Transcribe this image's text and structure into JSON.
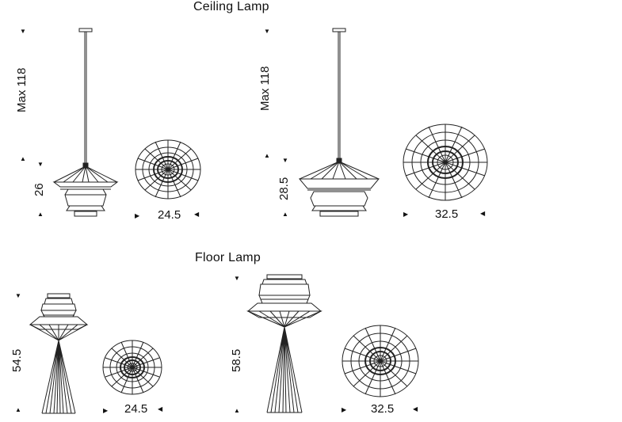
{
  "sections": {
    "ceiling_title": "Ceiling Lamp",
    "floor_title": "Floor Lamp"
  },
  "ceiling": {
    "small": {
      "height_label": "Max 118",
      "shade_height": "26",
      "width": "24.5"
    },
    "large": {
      "height_label": "Max 118",
      "shade_height": "28.5",
      "width": "32.5"
    }
  },
  "floor": {
    "small": {
      "height": "54.5",
      "width": "24.5"
    },
    "large": {
      "height": "58.5",
      "width": "32.5"
    }
  },
  "arrows": {
    "down": "▼",
    "up": "▲",
    "right": "▶",
    "left": "◀"
  }
}
